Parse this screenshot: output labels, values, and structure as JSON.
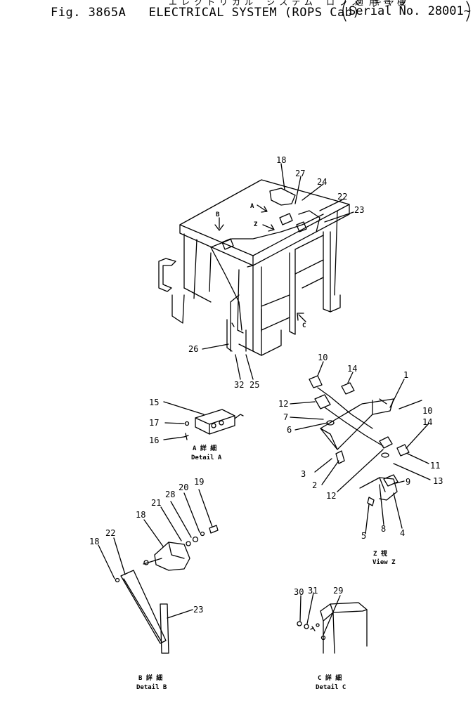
{
  "header": {
    "kana_title": "エレクトリカル システム ロプス キャブ",
    "fig_label": "Fig. 3865A",
    "title": "ELECTRICAL SYSTEM (ROPS Cab)",
    "serial_kana": "適用号機",
    "serial": "Serial No. 28001~"
  },
  "main_view": {
    "callouts": [
      "18",
      "27",
      "24",
      "22",
      "23",
      "26",
      "32",
      "25"
    ],
    "arrows": [
      "B",
      "A",
      "Z",
      "C"
    ]
  },
  "view_z": {
    "callouts": [
      "10",
      "14",
      "1",
      "12",
      "7",
      "6",
      "10",
      "14",
      "3",
      "2",
      "11",
      "13",
      "9",
      "12",
      "5",
      "8",
      "4"
    ],
    "caption_jp": "Z 視",
    "caption_en": "View Z"
  },
  "detail_a": {
    "callouts": [
      "15",
      "17",
      "16"
    ],
    "caption_jp": "A 詳 細",
    "caption_en": "Detail A"
  },
  "detail_b": {
    "callouts": [
      "19",
      "28",
      "20",
      "21",
      "18",
      "22",
      "18",
      "23"
    ],
    "caption_jp": "B 詳 細",
    "caption_en": "Detail B"
  },
  "detail_c": {
    "callouts": [
      "30",
      "31",
      "29"
    ],
    "caption_jp": "C 詳 細",
    "caption_en": "Detail C"
  }
}
